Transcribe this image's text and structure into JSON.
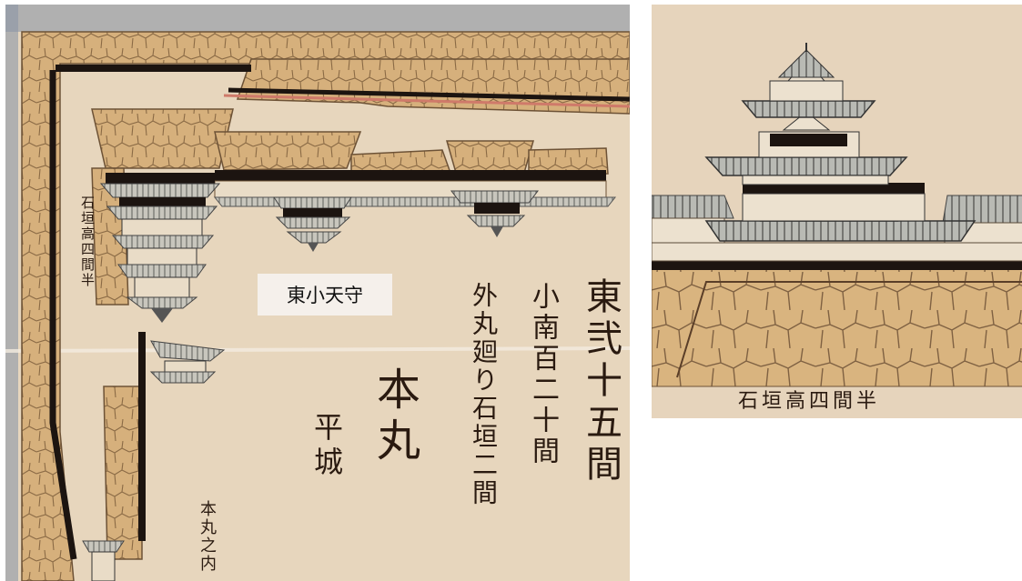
{
  "left_panel": {
    "label": "東小天守",
    "script_east": "東弐十五間",
    "script_south": "小南百二十間",
    "script_outer": "外丸廻り石垣二間",
    "script_honmaru": "本丸",
    "script_hirajiro": "平城",
    "script_stonewall": "石垣高四間半",
    "script_inner": "本丸之内"
  },
  "right_panel": {
    "script_caption": "石垣高四間半"
  },
  "colors": {
    "paper": "#e8d8c0",
    "stone": "#d4ae7a",
    "ink": "#2a1a10",
    "roof": "#9a9890"
  }
}
